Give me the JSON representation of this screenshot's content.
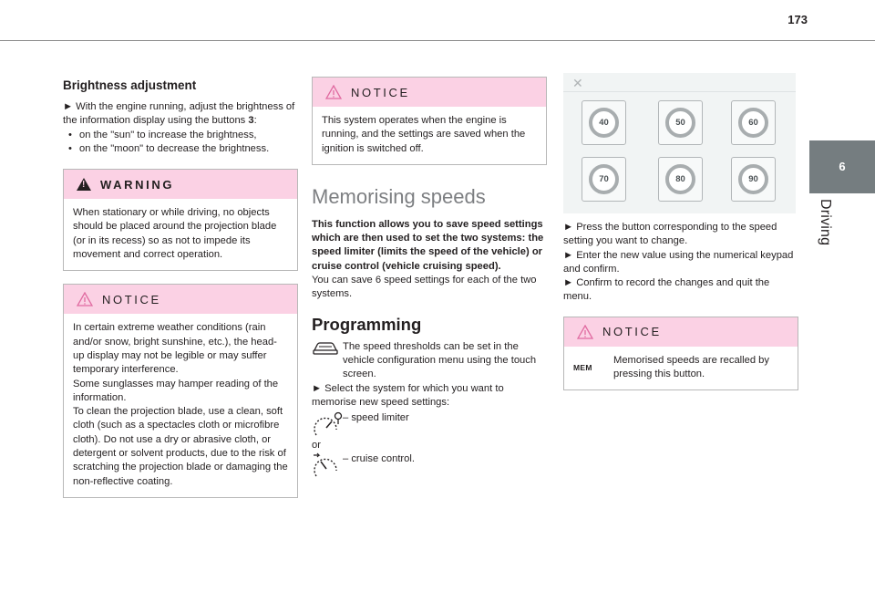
{
  "page": {
    "number": "173",
    "chapter_number": "6",
    "chapter_title": "Driving"
  },
  "col1": {
    "heading": "Brightness adjustment",
    "intro_arrow": "►",
    "intro_text": " With the engine running, adjust the brightness of the information display using the buttons ",
    "intro_bold": "3",
    "intro_end": ":",
    "bullets": [
      "on the \"sun\" to increase the brightness,",
      "on the \"moon\" to decrease the brightness."
    ],
    "warning": {
      "label": "WARNING",
      "text": "When stationary or while driving, no objects should be placed around the projection blade (or in its recess) so as not to impede its movement and correct operation."
    },
    "notice": {
      "label": "NOTICE",
      "para1": "In certain extreme weather conditions (rain and/or snow, bright sunshine, etc.), the head-up display may not be legible or may suffer temporary interference.",
      "para2": "Some sunglasses may hamper reading of the information.",
      "para3": "To clean the projection blade, use a clean, soft cloth (such as a spectacles cloth or microfibre cloth). Do not use a dry or abrasive cloth, or detergent or solvent products, due to the risk of scratching the projection blade or damaging the non-reflective coating."
    }
  },
  "col2": {
    "notice": {
      "label": "NOTICE",
      "text": "This system operates when the engine is running, and the settings are saved when the ignition is switched off."
    },
    "section_title": "Memorising speeds",
    "intro_bold": "This function allows you to save speed settings which are then used to set the two systems: the speed limiter (limits the speed of the vehicle) or cruise control (vehicle cruising speed).",
    "intro_text": "You can save 6 speed settings for each of the two systems.",
    "subheading": "Programming",
    "prog_text": "The speed thresholds can be set in the vehicle configuration menu using the touch screen.",
    "step_arrow": "►",
    "step_text": " Select the system for which you want to memorise new speed settings:",
    "option1": "– speed limiter",
    "or_text": "or",
    "option2": "– cruise control."
  },
  "col3": {
    "speeds": [
      "40",
      "50",
      "60",
      "70",
      "80",
      "90"
    ],
    "steps": [
      "Press the button corresponding to the speed setting you want to change.",
      "Enter the new value using the numerical keypad and confirm.",
      "Confirm to record the changes and quit the menu."
    ],
    "step_arrow": "►",
    "notice": {
      "label": "NOTICE",
      "mem_label": "MEM",
      "text": "Memorised speeds are recalled by pressing this button."
    }
  },
  "colors": {
    "notice_header": "#fbd1e4",
    "chapter_tab": "#757d80",
    "section_title": "#7d7f82",
    "notice_icon": "#e06aa0"
  }
}
